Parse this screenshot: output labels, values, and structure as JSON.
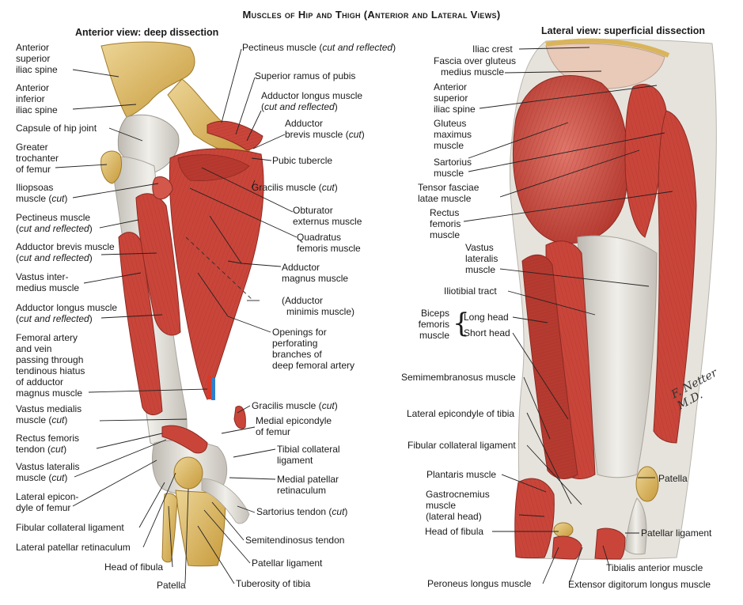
{
  "title": "Muscles of Hip and Thigh (Anterior and Lateral Views)",
  "anterior": {
    "heading": "Anterior view: deep dissection",
    "left_labels": {
      "asis": [
        "Anterior",
        "superior",
        "iliac spine"
      ],
      "aiis": [
        "Anterior",
        "inferior",
        "iliac spine"
      ],
      "capsule": "Capsule of hip joint",
      "greater_troch": [
        "Greater",
        "trochanter",
        "of femur"
      ],
      "iliopsoas": {
        "a": "Iliopsoas",
        "b": "muscle (",
        "c": "cut",
        "d": ")"
      },
      "pectineus": {
        "a": "Pectineus muscle",
        "b": "(",
        "c": "cut and reflected",
        "d": ")"
      },
      "add_brevis": {
        "a": "Adductor brevis muscle",
        "b": "(",
        "c": "cut and reflected",
        "d": ")"
      },
      "vastus_inter": [
        "Vastus inter-",
        "medius muscle"
      ],
      "add_longus": {
        "a": "Adductor longus muscle",
        "b": "(",
        "c": "cut and reflected",
        "d": ")"
      },
      "fem_artery": [
        "Femoral artery",
        "and vein",
        "passing through",
        "tendinous hiatus",
        "of adductor",
        "magnus muscle"
      ],
      "vastus_medialis": {
        "a": "Vastus medialis",
        "b": "muscle (",
        "c": "cut",
        "d": ")"
      },
      "rectus_tendon": {
        "a": "Rectus femoris",
        "b": "tendon (",
        "c": "cut",
        "d": ")"
      },
      "vastus_lateralis": {
        "a": "Vastus lateralis",
        "b": "muscle (",
        "c": "cut",
        "d": ")"
      },
      "lat_epicondyle": [
        "Lateral epicon-",
        "dyle of femur"
      ],
      "fib_coll": "Fibular collateral ligament",
      "lat_pat_ret": "Lateral patellar retinaculum",
      "head_fibula": "Head of fibula",
      "patella": "Patella"
    },
    "right_labels": {
      "pectineus_top": {
        "a": "Pectineus muscle (",
        "b": "cut and reflected",
        "c": ")"
      },
      "sup_ramus": "Superior ramus of pubis",
      "add_longus_top": {
        "a": "Adductor longus muscle",
        "b": "(",
        "c": "cut and reflected",
        "d": ")"
      },
      "add_brevis_top": {
        "a": "Adductor",
        "b": "brevis muscle (",
        "c": "cut",
        "d": ")"
      },
      "pubic_tubercle": "Pubic tubercle",
      "gracilis_top": {
        "a": "Gracilis muscle (",
        "b": "cut",
        "c": ")"
      },
      "obturator": [
        "Obturator",
        "externus muscle"
      ],
      "quadratus": [
        "Quadratus",
        "femoris muscle"
      ],
      "add_magnus": [
        "Adductor",
        "magnus muscle"
      ],
      "add_minimis": [
        "(Adductor",
        "minimis muscle)"
      ],
      "openings": [
        "Openings for",
        "perforating",
        "branches of",
        "deep femoral artery"
      ],
      "gracilis_bot": {
        "a": "Gracilis muscle (",
        "b": "cut",
        "c": ")"
      },
      "med_epicondyle": [
        "Medial epicondyle",
        "of femur"
      ],
      "tib_coll": [
        "Tibial collateral",
        "ligament"
      ],
      "med_pat_ret": [
        "Medial patellar",
        "retinaculum"
      ],
      "sartorius_tendon": {
        "a": "Sartorius tendon (",
        "b": "cut",
        "c": ")"
      },
      "semitendinosus": "Semitendinosus tendon",
      "patellar_lig": "Patellar ligament",
      "tuberosity": "Tuberosity of tibia"
    }
  },
  "lateral": {
    "heading": "Lateral view: superficial dissection",
    "labels": {
      "iliac_crest": "Iliac crest",
      "fascia": [
        "Fascia over gluteus",
        "medius muscle"
      ],
      "asis": [
        "Anterior",
        "superior",
        "iliac spine"
      ],
      "gluteus": [
        "Gluteus",
        "maximus",
        "muscle"
      ],
      "sartorius": [
        "Sartorius",
        "muscle"
      ],
      "tfl": [
        "Tensor fasciae",
        "latae muscle"
      ],
      "rectus": [
        "Rectus",
        "femoris",
        "muscle"
      ],
      "vastus_lat": [
        "Vastus",
        "lateralis",
        "muscle"
      ],
      "it_tract": "Iliotibial tract",
      "biceps": [
        "Biceps",
        "femoris",
        "muscle"
      ],
      "long_head": "Long head",
      "short_head": "Short head",
      "semimembranosus": "Semimembranosus muscle",
      "lat_epi_tibia": "Lateral epicondyle of tibia",
      "fib_coll": "Fibular collateral ligament",
      "plantaris": "Plantaris muscle",
      "gastrocnemius": [
        "Gastrocnemius",
        "muscle",
        "(lateral head)"
      ],
      "head_fibula": "Head of fibula",
      "patella": "Patella",
      "patellar_lig": "Patellar ligament",
      "tib_ant": "Tibialis anterior muscle",
      "peroneus": "Peroneus longus muscle",
      "ext_dig": "Extensor digitorum longus muscle"
    }
  },
  "colors": {
    "muscle": "#c9453a",
    "muscle_dark": "#9b2a22",
    "muscle_light": "#e0766a",
    "bone": "#d9b45a",
    "bone_light": "#ecd596",
    "tendon": "#e6e3dc",
    "tendon_shadow": "#b7b3ab",
    "artery": "#d63a2a",
    "vein": "#2f7fc9",
    "line": "#222222"
  },
  "signature": "F. Netter M.D."
}
